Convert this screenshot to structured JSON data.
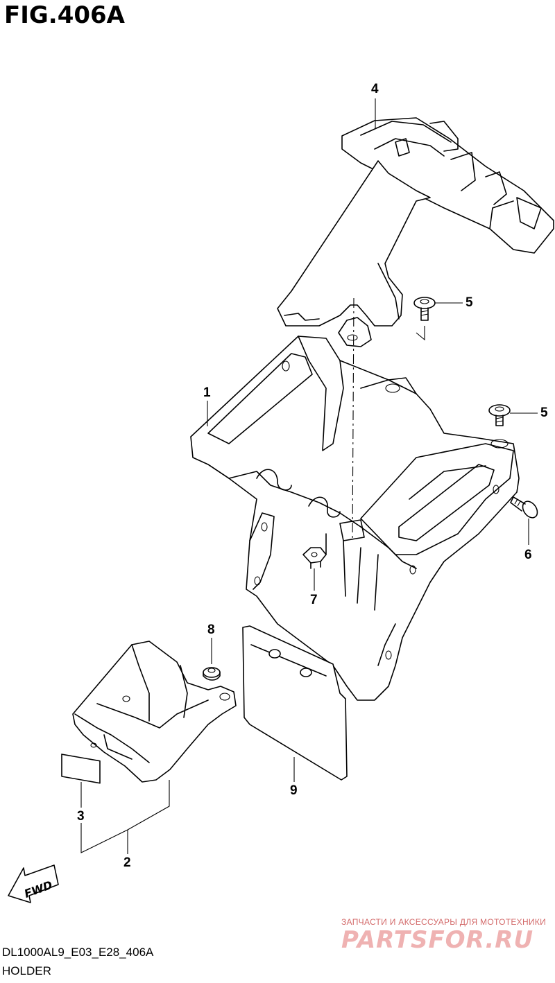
{
  "figure": {
    "title": "FIG.406A"
  },
  "callouts": [
    {
      "id": "c1",
      "label": "1"
    },
    {
      "id": "c2",
      "label": "2"
    },
    {
      "id": "c3",
      "label": "3"
    },
    {
      "id": "c4",
      "label": "4"
    },
    {
      "id": "c5a",
      "label": "5"
    },
    {
      "id": "c5b",
      "label": "5"
    },
    {
      "id": "c6",
      "label": "6"
    },
    {
      "id": "c7",
      "label": "7"
    },
    {
      "id": "c8",
      "label": "8"
    },
    {
      "id": "c9",
      "label": "9"
    }
  ],
  "fwd_label": "FWD",
  "footer": {
    "code": "DL1000AL9_E03_E28_406A",
    "name": "HOLDER"
  },
  "watermark": {
    "line1": "ЗАПЧАСТИ И АКСЕССУАРЫ ДЛЯ МОТОТЕХНИКИ",
    "line2": "PARTSFOR.RU"
  }
}
